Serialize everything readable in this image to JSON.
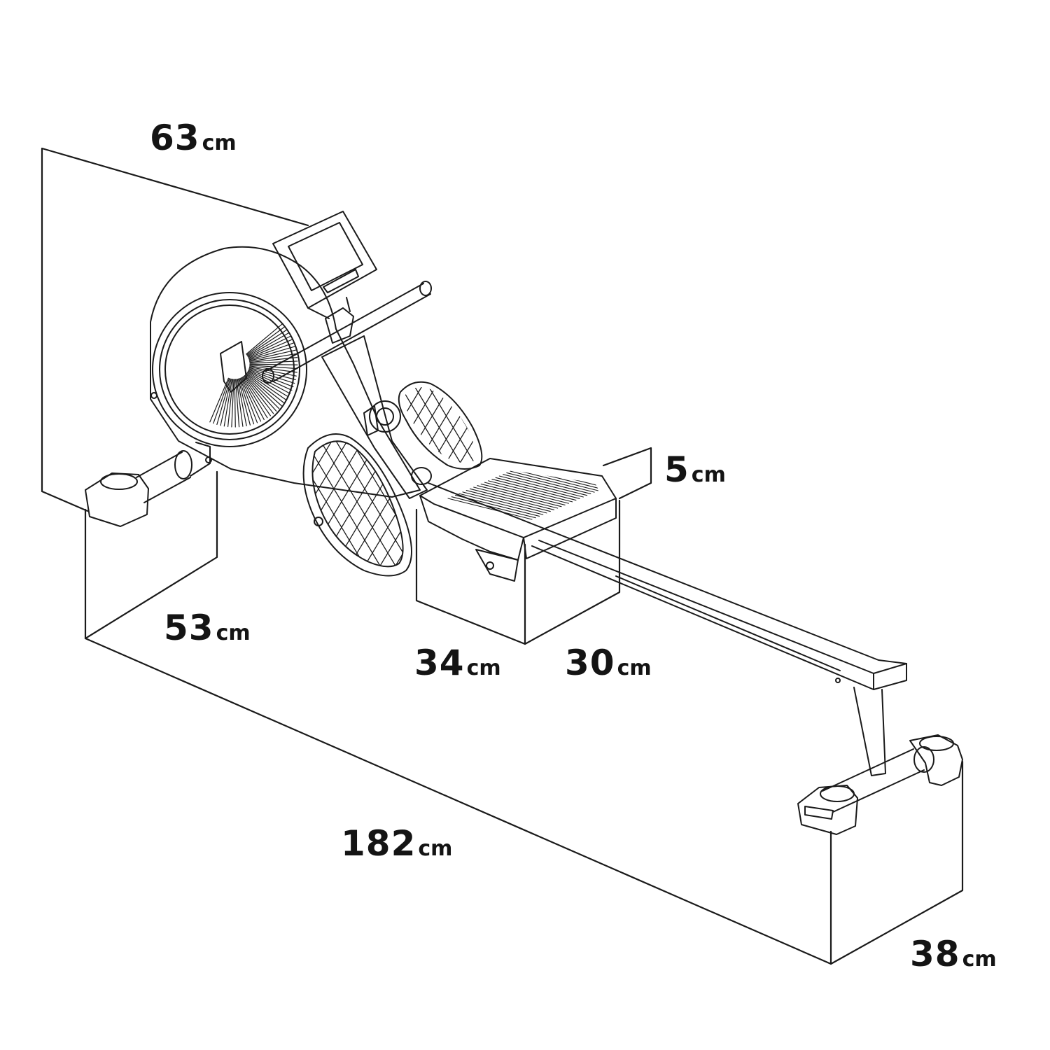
{
  "dimensions": {
    "height": {
      "value": "63",
      "unit": "cm"
    },
    "base_width": {
      "value": "53",
      "unit": "cm"
    },
    "seat_thickness": {
      "value": "5",
      "unit": "cm"
    },
    "seat_length": {
      "value": "34",
      "unit": "cm"
    },
    "seat_width": {
      "value": "30",
      "unit": "cm"
    },
    "total_length": {
      "value": "182",
      "unit": "cm"
    },
    "rear_width": {
      "value": "38",
      "unit": "cm"
    }
  },
  "colors": {
    "line": "#1a1a1a",
    "background": "#ffffff"
  }
}
